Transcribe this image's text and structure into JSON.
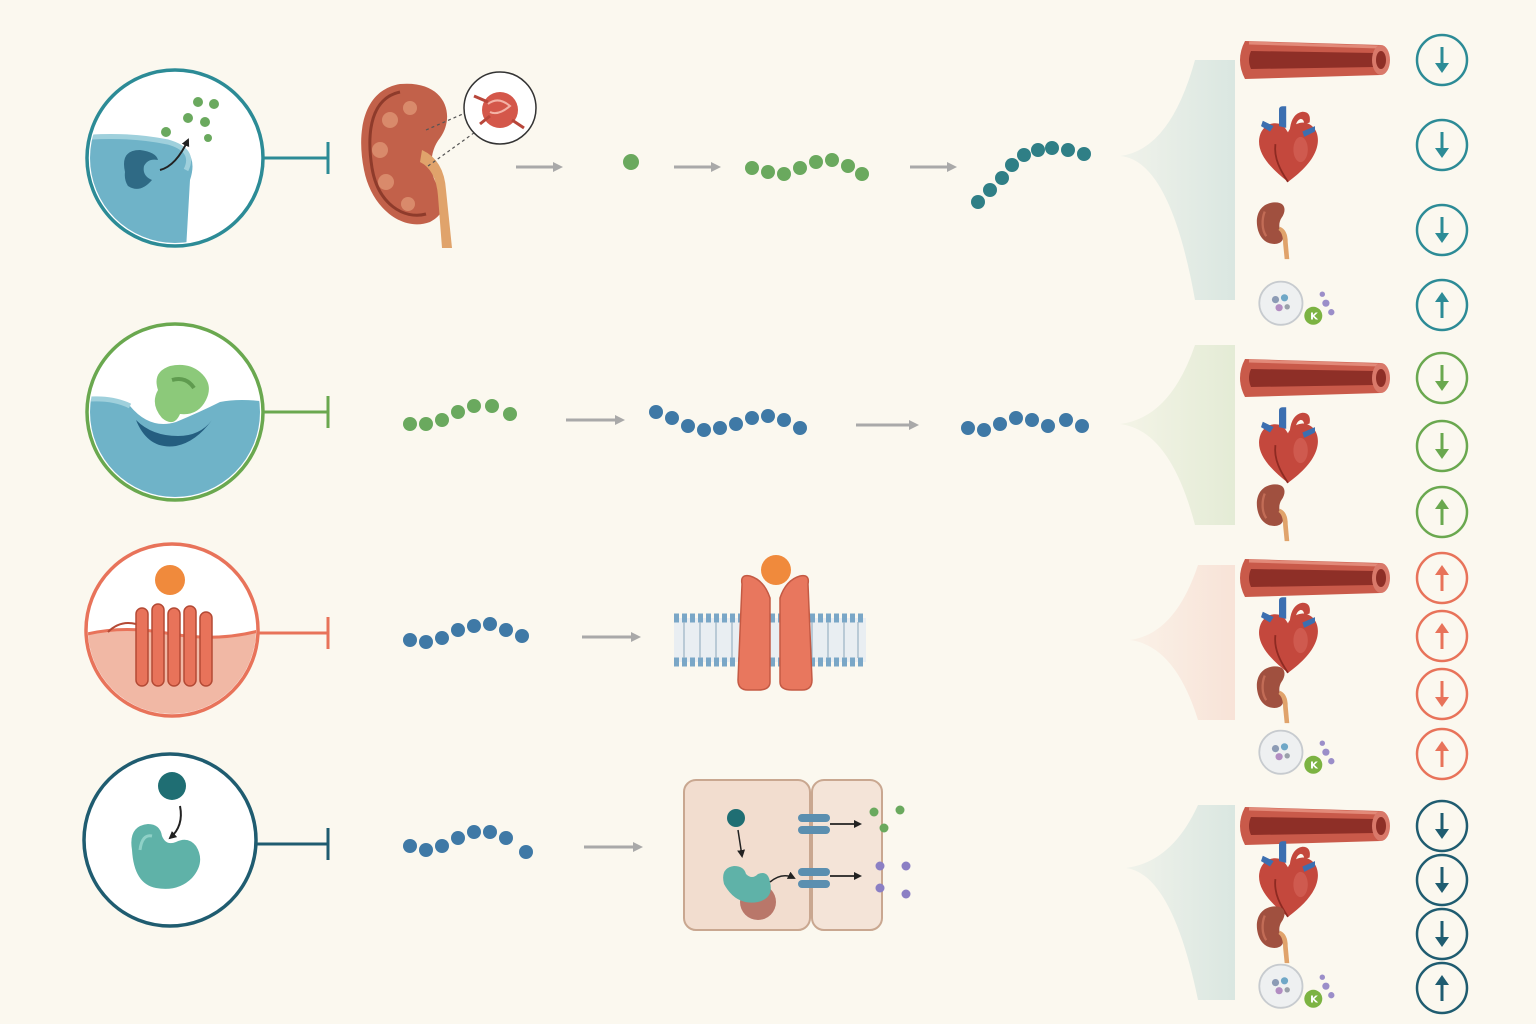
{
  "colors": {
    "background": "#fbf8ef",
    "flow_arrow": "#a9a9a9",
    "peptide_green": "#6aa95e",
    "peptide_blue": "#3f79a6",
    "peptide_teal": "#2f7f86",
    "vessel_red": "#c95a4a",
    "heart_red": "#c4483d",
    "kidney_brown": "#a0503f",
    "ureter_orange": "#e0a36b"
  },
  "rows": [
    {
      "id": "renin-inhibitor",
      "color": "#2c8b96",
      "icon": "enzyme-blocked-release-icon",
      "effects": [
        {
          "organ": "vessel-icon",
          "direction": "down"
        },
        {
          "organ": "heart-icon",
          "direction": "down"
        },
        {
          "organ": "kidney-icon",
          "direction": "down"
        },
        {
          "organ": "potassium-icon",
          "direction": "up",
          "label": "K"
        }
      ]
    },
    {
      "id": "ace-inhibitor",
      "color": "#6aa84f",
      "icon": "enzyme-active-site-icon",
      "effects": [
        {
          "organ": "vessel-icon",
          "direction": "down"
        },
        {
          "organ": "heart-icon",
          "direction": "down"
        },
        {
          "organ": "kidney-icon",
          "direction": "up"
        }
      ]
    },
    {
      "id": "receptor-blocker",
      "color": "#e8735a",
      "icon": "receptor-icon",
      "effects": [
        {
          "organ": "vessel-icon",
          "direction": "up"
        },
        {
          "organ": "heart-icon",
          "direction": "up"
        },
        {
          "organ": "kidney-icon",
          "direction": "down"
        },
        {
          "organ": "potassium-icon",
          "direction": "up",
          "label": "K"
        }
      ]
    },
    {
      "id": "mineralocorticoid-antagonist",
      "color": "#1f5c70",
      "icon": "intracellular-receptor-icon",
      "effects": [
        {
          "organ": "vessel-icon",
          "direction": "down"
        },
        {
          "organ": "heart-icon",
          "direction": "down"
        },
        {
          "organ": "kidney-icon",
          "direction": "down"
        },
        {
          "organ": "potassium-icon",
          "direction": "up",
          "label": "K"
        }
      ]
    }
  ]
}
